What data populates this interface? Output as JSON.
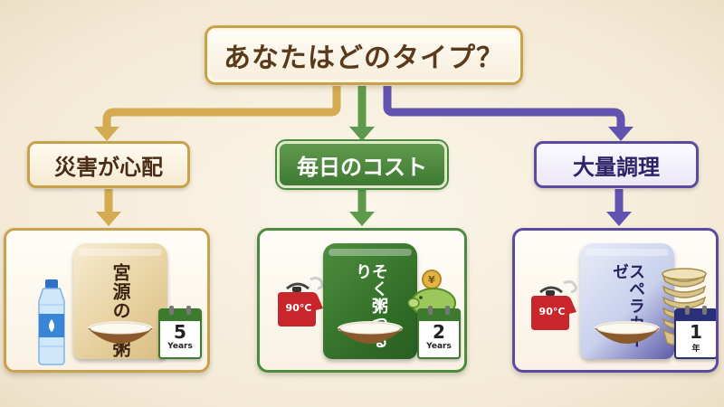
{
  "title": "あなたはどのタイプ？",
  "categories": [
    {
      "label": "災害が心配"
    },
    {
      "label": "毎日のコスト"
    },
    {
      "label": "大量調理"
    }
  ],
  "products": [
    {
      "name": "宮源のお粥",
      "years_number": "5",
      "years_unit": "Years"
    },
    {
      "name": "そく粥つるり",
      "kettle_temp": "90°C",
      "years_number": "2",
      "years_unit": "Years"
    },
    {
      "name": "スペラカーゼ",
      "kettle_temp": "90°C",
      "years_number": "1",
      "years_unit": "年"
    }
  ],
  "colors": {
    "gold": "#c9a14a",
    "green": "#4c8a3d",
    "purple": "#5a4aa0"
  }
}
